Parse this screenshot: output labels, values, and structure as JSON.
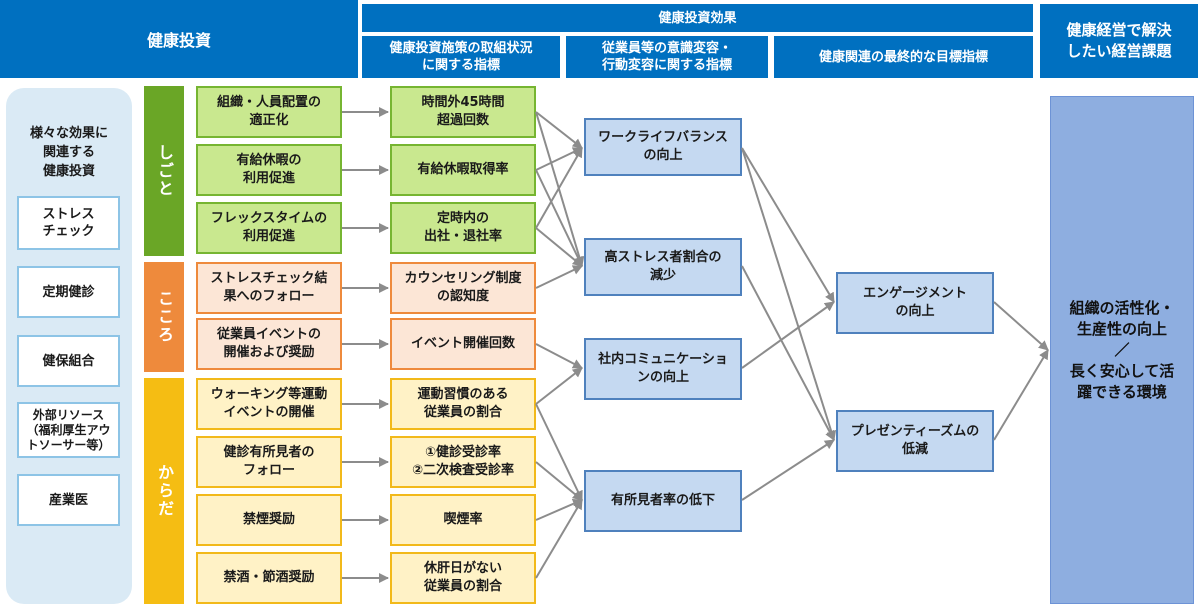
{
  "headers": {
    "investment": "健康投資",
    "effects": "健康投資効果",
    "measures": "健康投資施策の取組状況\nに関する指標",
    "awareness": "従業員等の意識変容・\n行動変容に関する指標",
    "final": "健康関連の最終的な目標指標",
    "issues": "健康経営で解決\nしたい経営課題"
  },
  "sidebar": {
    "title": "様々な効果に\n関連する\n健康投資",
    "items": [
      "ストレス\nチェック",
      "定期健診",
      "健保組合",
      "外部リソース\n（福利厚生アウ\nトソーサー等）",
      "産業医"
    ]
  },
  "categories": {
    "work": "しごと",
    "mind": "こころ",
    "body": "からだ"
  },
  "investments": [
    "組織・人員配置の\n適正化",
    "有給休暇の\n利用促進",
    "フレックスタイムの\n利用促進",
    "ストレスチェック結\n果へのフォロー",
    "従業員イベントの\n開催および奨励",
    "ウォーキング等運動\nイベントの開催",
    "健診有所見者の\nフォロー",
    "禁煙奨励",
    "禁酒・節酒奨励"
  ],
  "indicators": [
    "時間外45時間\n超過回数",
    "有給休暇取得率",
    "定時内の\n出社・退社率",
    "カウンセリング制度\nの認知度",
    "イベント開催回数",
    "運動習慣のある\n従業員の割合",
    "①健診受診率\n②二次検査受診率",
    "喫煙率",
    "休肝日がない\n従業員の割合"
  ],
  "awareness": [
    "ワークライフバランス\nの向上",
    "高ストレス者割合の\n減少",
    "社内コミュニケーショ\nンの向上",
    "有所見者率の低下"
  ],
  "final": [
    "エンゲージメント\nの向上",
    "プレゼンティーズムの\n低減"
  ],
  "goal": "組織の活性化・\n生産性の向上\n／\n長く安心して活\n躍できる環境",
  "colors": {
    "header": "#0070c0",
    "work": "#6aa626",
    "mind": "#ee8a3c",
    "body": "#f5bd13",
    "arrow": "#8c8c8c"
  }
}
